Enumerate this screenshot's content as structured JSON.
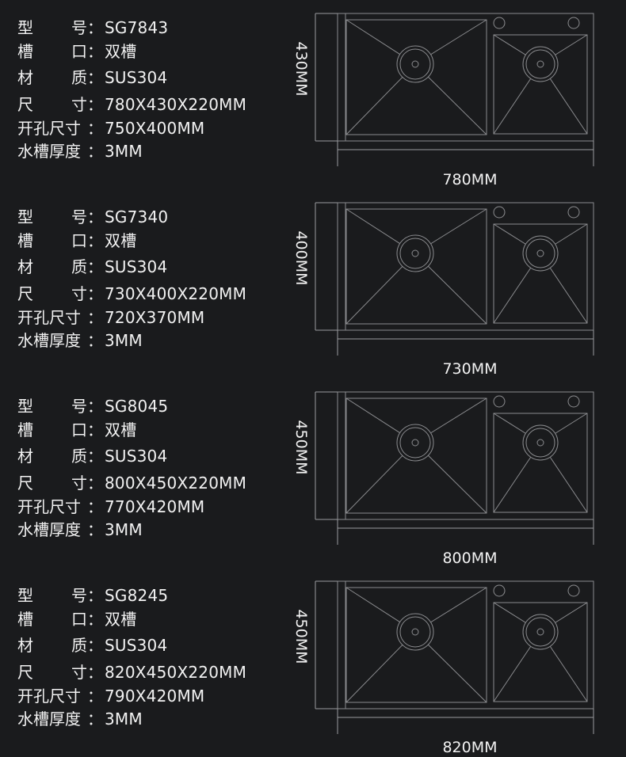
{
  "colors": {
    "background": "#1a1b1d",
    "text": "#f2f2f2",
    "line": "#8a8b8e",
    "dim_line": "#9a9b9e"
  },
  "labels": {
    "model": [
      "型",
      "号"
    ],
    "bowl": [
      "槽",
      "口"
    ],
    "material": [
      "材",
      "质"
    ],
    "size": [
      "尺",
      "寸"
    ],
    "cutout": "开孔尺寸",
    "thickness": "水槽厚度",
    "colon": "："
  },
  "products": [
    {
      "model": "SG7843",
      "bowl": "双槽",
      "material": "SUS304",
      "size": "780X430X220MM",
      "cutout": "750X400MM",
      "thickness": "3MM",
      "width_label": "780MM",
      "height_label": "430MM"
    },
    {
      "model": "SG7340",
      "bowl": "双槽",
      "material": "SUS304",
      "size": "730X400X220MM",
      "cutout": "720X370MM",
      "thickness": "3MM",
      "width_label": "730MM",
      "height_label": "400MM"
    },
    {
      "model": "SG8045",
      "bowl": "双槽",
      "material": "SUS304",
      "size": "800X450X220MM",
      "cutout": "770X420MM",
      "thickness": "3MM",
      "width_label": "800MM",
      "height_label": "450MM"
    },
    {
      "model": "SG8245",
      "bowl": "双槽",
      "material": "SUS304",
      "size": "820X450X220MM",
      "cutout": "790X420MM",
      "thickness": "3MM",
      "width_label": "820MM",
      "height_label": "450MM"
    }
  ]
}
